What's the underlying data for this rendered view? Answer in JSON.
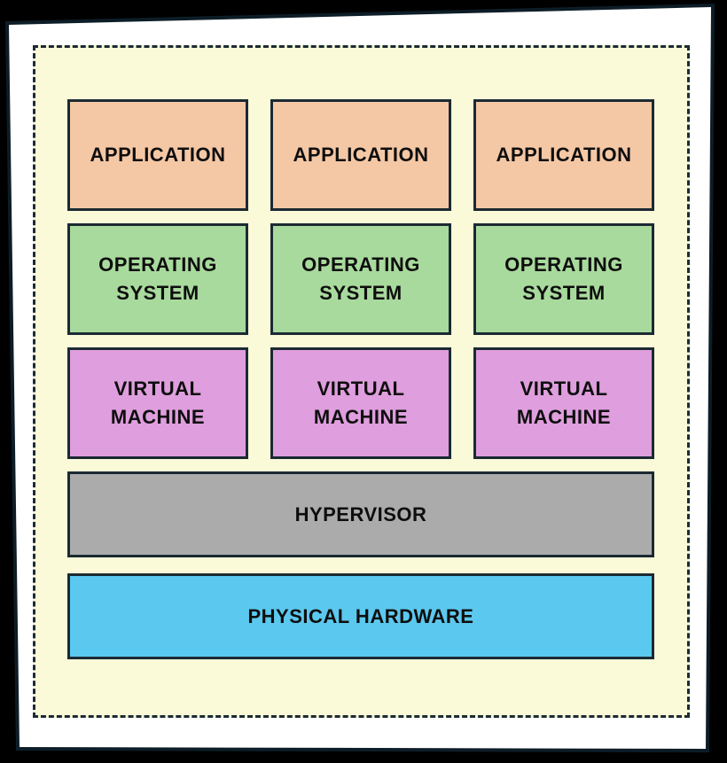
{
  "colors": {
    "surround": "#000000",
    "frame_outline": "#0d1d28",
    "paper": "#ffffff",
    "canvas_fill": "#fafad9",
    "dashed_border": "#1c2b33",
    "box_border": "#1b2a32",
    "application_fill": "#f5c8a5",
    "operating_system_fill": "#a9da9d",
    "virtual_machine_fill": "#df9edd",
    "hypervisor_fill": "#ababab",
    "physical_hardware_fill": "#5bc8ef",
    "label_text": "#0e0e0e"
  },
  "boxes": {
    "application": [
      "APPLICATION",
      "APPLICATION",
      "APPLICATION"
    ],
    "operating_system": [
      "OPERATING SYSTEM",
      "OPERATING SYSTEM",
      "OPERATING SYSTEM"
    ],
    "virtual_machine": [
      "VIRTUAL MACHINE",
      "VIRTUAL MACHINE",
      "VIRTUAL MACHINE"
    ],
    "hypervisor": "HYPERVISOR",
    "physical_hardware": "PHYSICAL HARDWARE"
  }
}
